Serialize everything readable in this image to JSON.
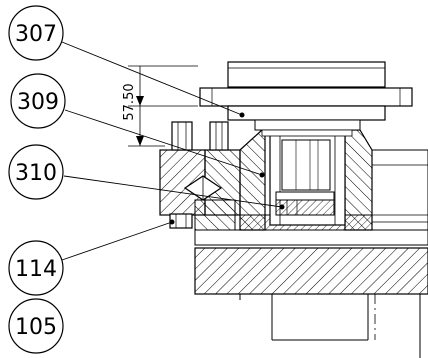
{
  "drawing": {
    "callouts": [
      {
        "id": "c307",
        "label": "307"
      },
      {
        "id": "c309",
        "label": "309"
      },
      {
        "id": "c310",
        "label": "310"
      },
      {
        "id": "c114",
        "label": "114"
      },
      {
        "id": "c105",
        "label": "105"
      }
    ],
    "dimension": {
      "value": "57.50"
    }
  }
}
